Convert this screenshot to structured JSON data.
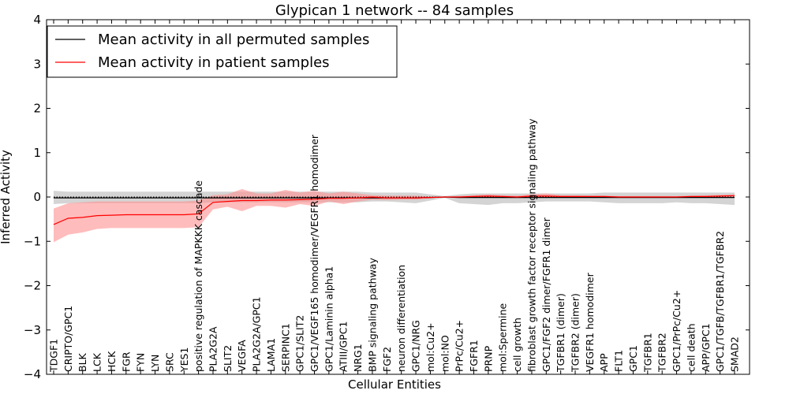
{
  "chart_data": {
    "type": "line",
    "title": "Glypican 1 network -- 84 samples",
    "xlabel": "Cellular Entities",
    "ylabel": "Inferred Activity",
    "ylim": [
      -4,
      4
    ],
    "yticks": [
      -4,
      -3,
      -2,
      -1,
      0,
      1,
      2,
      3,
      4
    ],
    "grid": false,
    "legend_position": "top-left",
    "categories": [
      "TDGF1",
      "CRIPTO/GPC1",
      "BLK",
      "LCK",
      "HCK",
      "FGR",
      "FYN",
      "LYN",
      "SRC",
      "YES1",
      "positive regulation of MAPKKK cascade",
      "PLA2G2A",
      "SLIT2",
      "VEGFA",
      "PLA2G2A/GPC1",
      "LAMA1",
      "SERPINC1",
      "GPC1/SLIT2",
      "GPC1/VEGF165 homodimer/VEGFR1 homodimer",
      "GPC1/Laminin alpha1",
      "ATIII/GPC1",
      "NRG1",
      "BMP signaling pathway",
      "FGF2",
      "neuron differentiation",
      "GPC1/NRG",
      "mol:Cu2+",
      "mol:NO",
      "PrPc/Cu2+",
      "FGFR1",
      "PRNP",
      "mol:Spermine",
      "cell growth",
      "fibroblast growth factor receptor signaling pathway",
      "GPC1/FGF2 dimer/FGFR1 dimer",
      "TGFBR1 (dimer)",
      "TGFBR2 (dimer)",
      "VEGFR1 homodimer",
      "APP",
      "FLT1",
      "GPC1",
      "TGFBR1",
      "TGFBR2",
      "GPC1/PrPc/Cu2+",
      "cell death",
      "APP/GPC1",
      "GPC1/TGFB/TGFBR1/TGFBR2",
      "SMAD2"
    ],
    "series": [
      {
        "name": "Mean activity in all permuted samples",
        "color": "#000000",
        "band_color": "#b0b0b0",
        "values": [
          -0.02,
          -0.02,
          -0.02,
          -0.02,
          -0.02,
          -0.02,
          -0.02,
          -0.02,
          -0.02,
          -0.02,
          -0.02,
          -0.02,
          -0.02,
          -0.02,
          -0.02,
          -0.02,
          -0.02,
          -0.02,
          -0.02,
          -0.02,
          -0.02,
          -0.02,
          -0.02,
          -0.02,
          -0.02,
          -0.02,
          -0.01,
          0.0,
          -0.01,
          -0.01,
          -0.01,
          -0.01,
          -0.01,
          -0.01,
          -0.01,
          -0.01,
          -0.01,
          -0.01,
          -0.01,
          -0.01,
          -0.01,
          -0.01,
          -0.01,
          -0.01,
          -0.01,
          -0.01,
          -0.01,
          -0.01
        ],
        "lower": [
          -0.16,
          -0.14,
          -0.14,
          -0.14,
          -0.14,
          -0.14,
          -0.14,
          -0.14,
          -0.14,
          -0.14,
          -0.14,
          -0.12,
          -0.12,
          -0.12,
          -0.12,
          -0.12,
          -0.12,
          -0.12,
          -0.12,
          -0.12,
          -0.12,
          -0.12,
          -0.1,
          -0.1,
          -0.12,
          -0.14,
          -0.08,
          -0.02,
          -0.14,
          -0.16,
          -0.18,
          -0.14,
          -0.14,
          -0.12,
          -0.1,
          -0.1,
          -0.1,
          -0.1,
          -0.12,
          -0.14,
          -0.14,
          -0.14,
          -0.14,
          -0.12,
          -0.14,
          -0.14,
          -0.16,
          -0.18
        ],
        "upper": [
          0.14,
          0.12,
          0.12,
          0.12,
          0.12,
          0.12,
          0.12,
          0.12,
          0.12,
          0.12,
          0.12,
          0.12,
          0.12,
          0.12,
          0.12,
          0.12,
          0.12,
          0.12,
          0.12,
          0.12,
          0.12,
          0.12,
          0.1,
          0.1,
          0.1,
          0.1,
          0.06,
          0.02,
          0.06,
          0.08,
          0.08,
          0.08,
          0.08,
          0.08,
          0.08,
          0.08,
          0.08,
          0.08,
          0.1,
          0.1,
          0.1,
          0.1,
          0.1,
          0.1,
          0.1,
          0.1,
          0.1,
          0.1
        ]
      },
      {
        "name": "Mean activity in patient samples",
        "color": "#ff0000",
        "band_color": "#ff9090",
        "values": [
          -0.62,
          -0.48,
          -0.46,
          -0.42,
          -0.41,
          -0.4,
          -0.4,
          -0.4,
          -0.4,
          -0.4,
          -0.38,
          -0.12,
          -0.1,
          -0.08,
          -0.08,
          -0.07,
          -0.07,
          -0.06,
          -0.05,
          -0.03,
          -0.03,
          -0.02,
          0.0,
          -0.02,
          -0.02,
          -0.02,
          -0.01,
          0.0,
          0.0,
          0.01,
          0.02,
          0.01,
          0.0,
          0.02,
          0.02,
          0.01,
          0.01,
          0.01,
          0.01,
          0.0,
          0.0,
          0.0,
          0.0,
          0.0,
          0.01,
          0.01,
          0.02,
          0.03
        ],
        "lower": [
          -1.02,
          -0.85,
          -0.8,
          -0.72,
          -0.7,
          -0.7,
          -0.7,
          -0.7,
          -0.7,
          -0.7,
          -0.68,
          -0.28,
          -0.22,
          -0.32,
          -0.2,
          -0.2,
          -0.24,
          -0.16,
          -0.2,
          -0.1,
          -0.16,
          -0.1,
          -0.06,
          -0.07,
          -0.06,
          -0.06,
          -0.03,
          0.0,
          -0.02,
          -0.01,
          -0.01,
          -0.02,
          -0.02,
          -0.02,
          -0.01,
          -0.01,
          -0.01,
          -0.01,
          -0.01,
          -0.01,
          -0.01,
          -0.01,
          -0.01,
          -0.01,
          -0.01,
          -0.01,
          -0.01,
          -0.01
        ],
        "upper": [
          -0.26,
          -0.14,
          -0.12,
          -0.1,
          -0.1,
          -0.1,
          -0.1,
          -0.1,
          -0.1,
          -0.1,
          -0.08,
          0.04,
          0.06,
          0.18,
          0.08,
          0.08,
          0.16,
          0.1,
          0.14,
          0.08,
          0.12,
          0.08,
          0.04,
          0.03,
          0.03,
          0.03,
          0.01,
          0.0,
          0.02,
          0.04,
          0.06,
          0.04,
          0.03,
          0.06,
          0.08,
          0.04,
          0.04,
          0.03,
          0.03,
          0.02,
          0.02,
          0.02,
          0.02,
          0.02,
          0.03,
          0.04,
          0.05,
          0.06
        ]
      }
    ],
    "reference_line": {
      "value": 0,
      "style": "dotted",
      "color": "#000000"
    }
  }
}
